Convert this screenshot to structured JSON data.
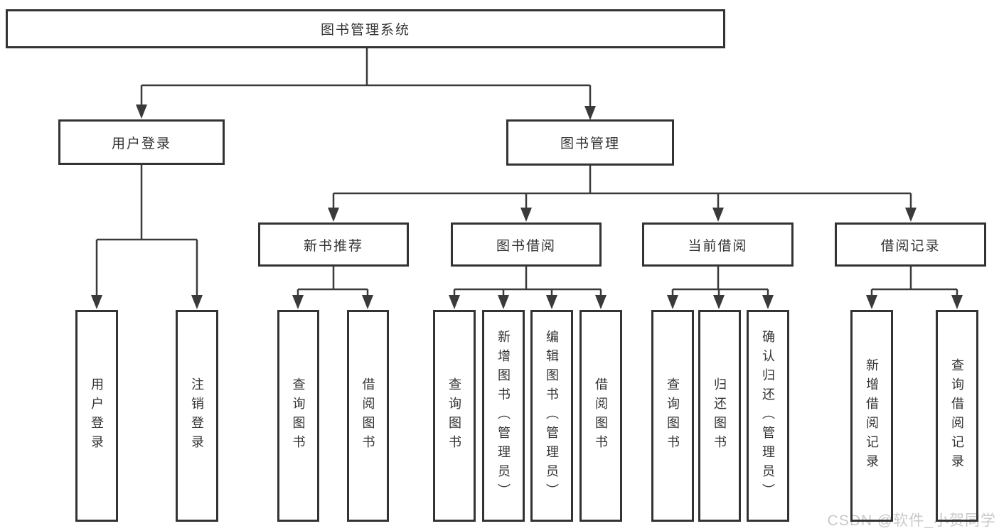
{
  "colors": {
    "line": "#3a3a3a",
    "border": "#333333",
    "text": "#333333",
    "background": "#ffffff",
    "watermark": "#c9c9c9"
  },
  "tree": {
    "root": {
      "label": "图书管理系统"
    },
    "children": [
      {
        "id": "user-login",
        "label": "用户登录",
        "leaves": [
          "用户登录",
          "注销登录"
        ]
      },
      {
        "id": "book-management",
        "label": "图书管理",
        "sections": [
          {
            "id": "new-book-recommend",
            "label": "新书推荐",
            "leaves": [
              "查询图书",
              "借阅图书"
            ]
          },
          {
            "id": "book-borrow",
            "label": "图书借阅",
            "leaves": [
              "查询图书",
              "新增图书（管理员）",
              "编辑图书（管理员）",
              "借阅图书"
            ]
          },
          {
            "id": "current-borrow",
            "label": "当前借阅",
            "leaves": [
              "查询图书",
              "归还图书",
              "确认归还（管理员）"
            ]
          },
          {
            "id": "borrow-records",
            "label": "借阅记录",
            "leaves": [
              "新增借阅记录",
              "查询借阅记录"
            ]
          }
        ]
      }
    ]
  },
  "watermark": {
    "text": "CSDN @软件_小贺同学"
  }
}
